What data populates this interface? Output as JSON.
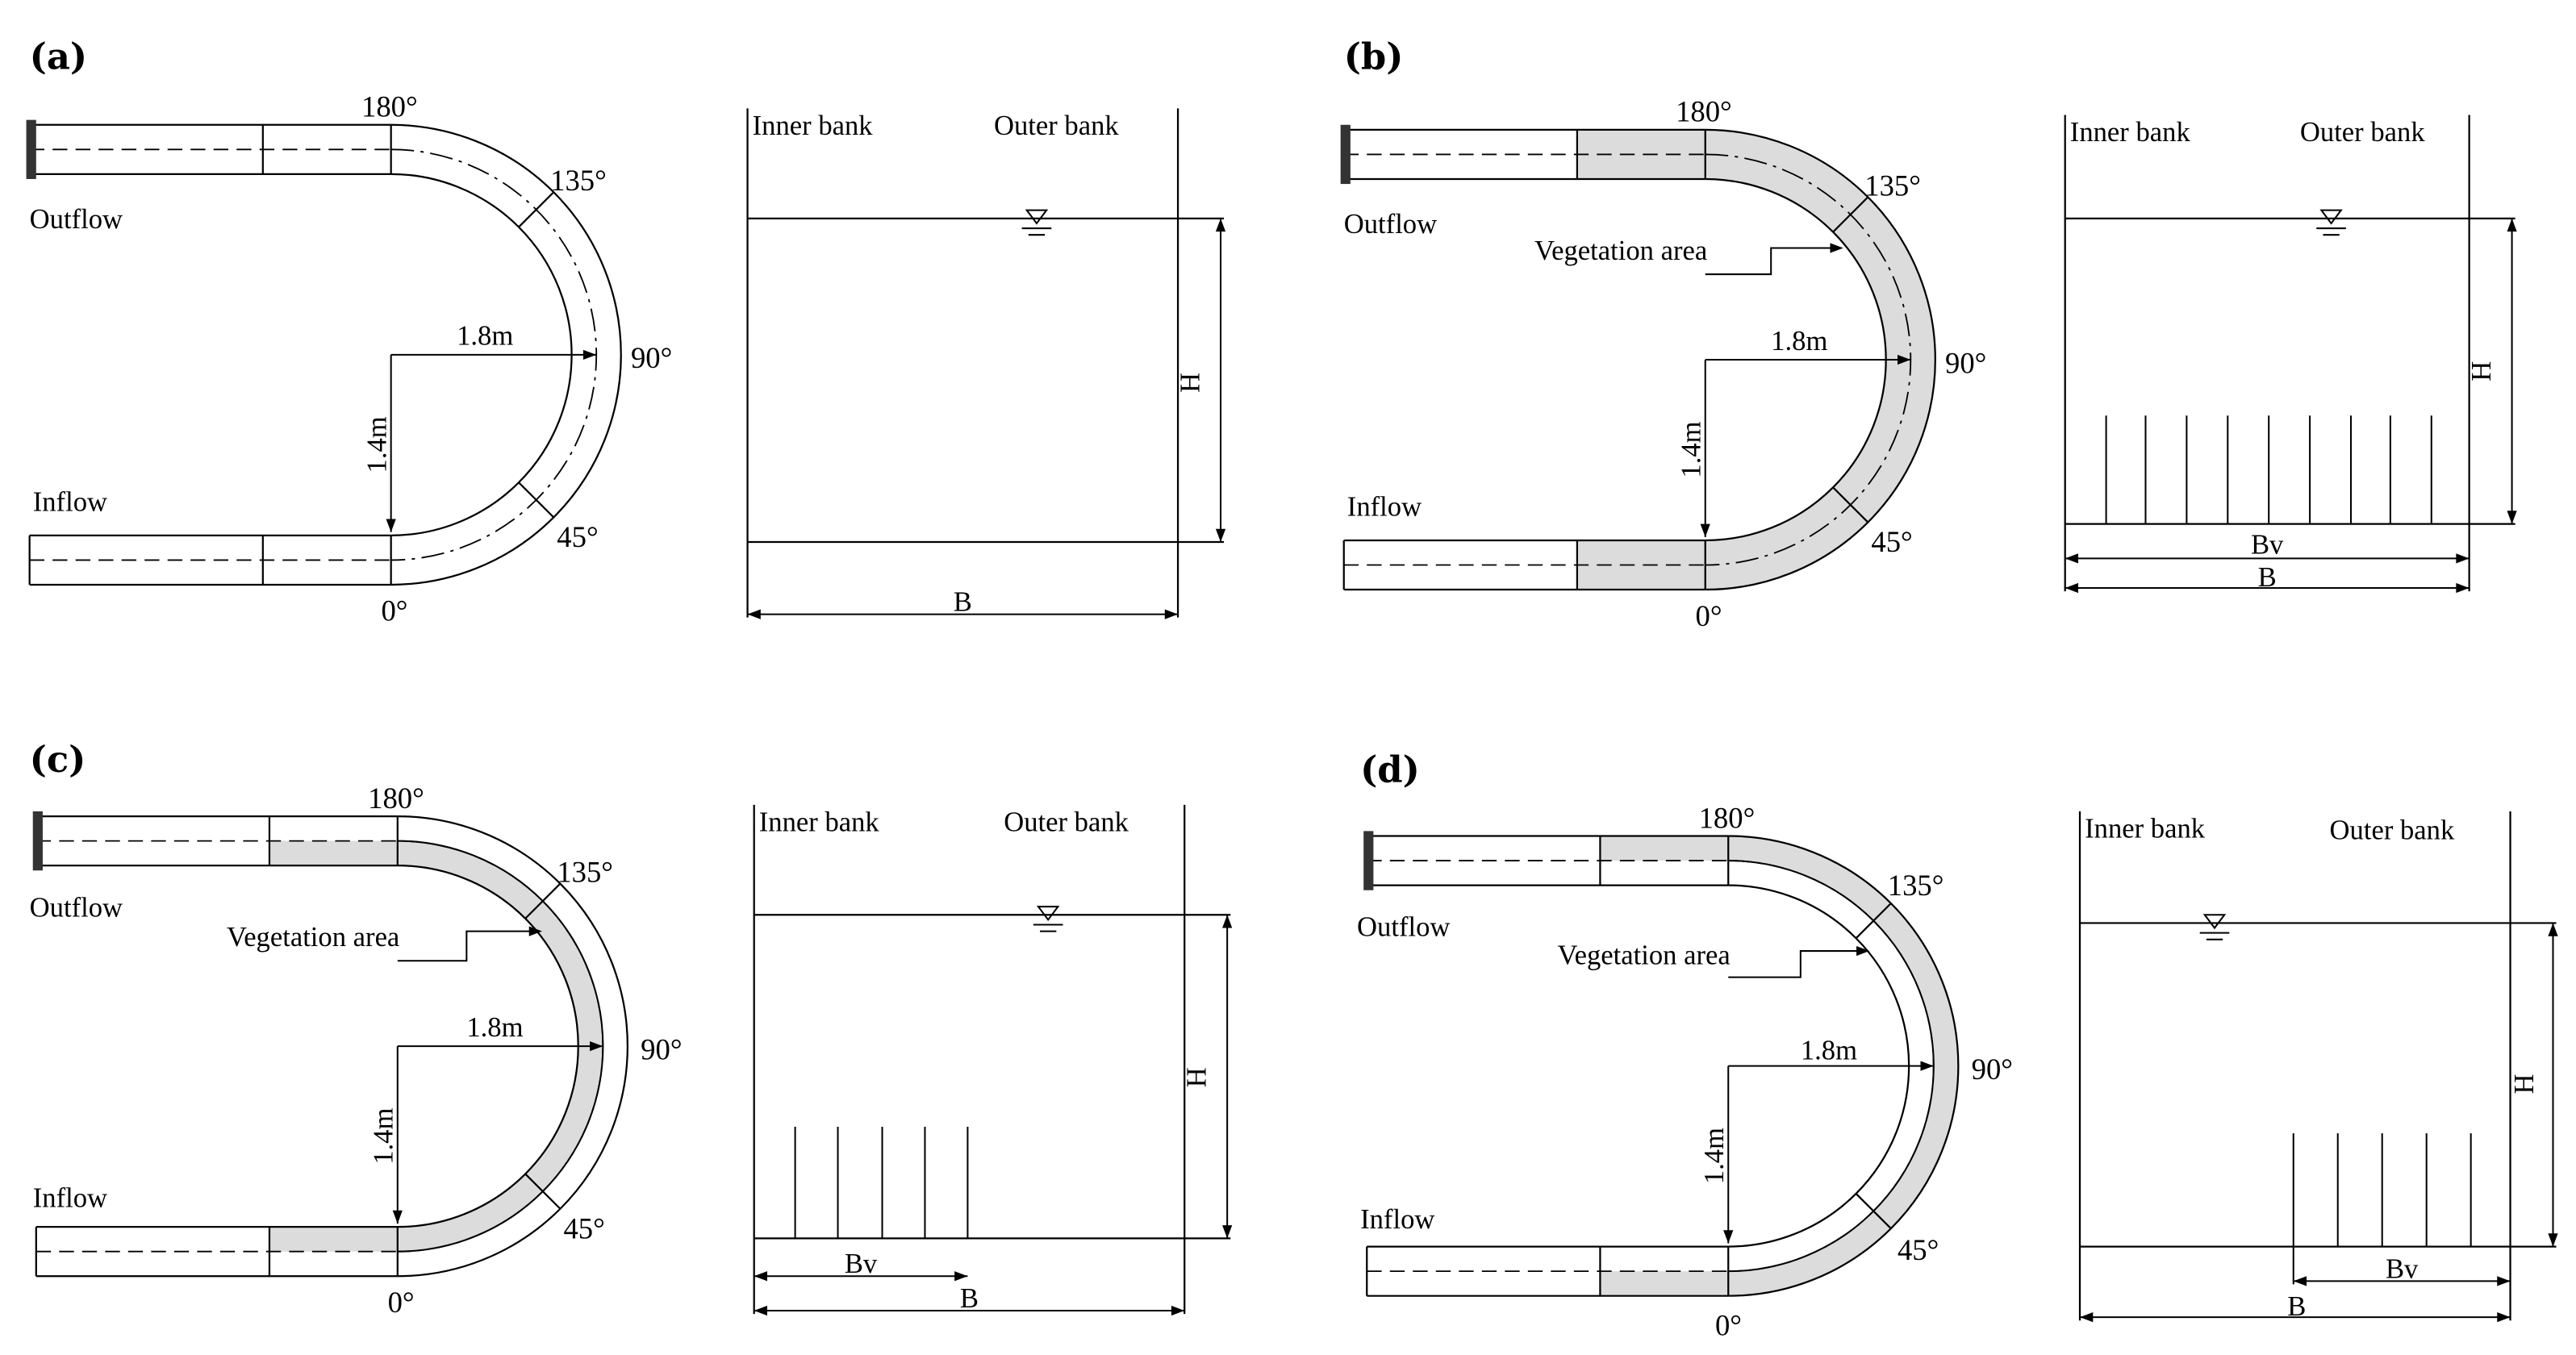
{
  "panels": [
    {
      "label": "(a)",
      "angles": [
        "0°",
        "45°",
        "90°",
        "135°",
        "180°"
      ],
      "outflow": "Outflow",
      "inflow": "Inflow",
      "radius_h": "1.8m",
      "radius_v": "1.4m",
      "inner_bank": "Inner bank",
      "outer_bank": "Outer bank",
      "depth": "H",
      "width": "B"
    },
    {
      "label": "(b)",
      "angles": [
        "0°",
        "45°",
        "90°",
        "135°",
        "180°"
      ],
      "outflow": "Outflow",
      "inflow": "Inflow",
      "radius_h": "1.8m",
      "radius_v": "1.4m",
      "vegetation": "Vegetation area",
      "inner_bank": "Inner bank",
      "outer_bank": "Outer bank",
      "depth": "H",
      "width": "B",
      "veg_width": "Bv"
    },
    {
      "label": "(c)",
      "angles": [
        "0°",
        "45°",
        "90°",
        "135°",
        "180°"
      ],
      "outflow": "Outflow",
      "inflow": "Inflow",
      "radius_h": "1.8m",
      "radius_v": "1.4m",
      "vegetation": "Vegetation area",
      "inner_bank": "Inner bank",
      "outer_bank": "Outer bank",
      "depth": "H",
      "width": "B",
      "veg_width": "Bv"
    },
    {
      "label": "(d)",
      "angles": [
        "0°",
        "45°",
        "90°",
        "135°",
        "180°"
      ],
      "outflow": "Outflow",
      "inflow": "Inflow",
      "radius_h": "1.8m",
      "radius_v": "1.4m",
      "vegetation": "Vegetation area",
      "inner_bank": "Inner bank",
      "outer_bank": "Outer bank",
      "depth": "H",
      "width": "B",
      "veg_width": "Bv"
    }
  ],
  "colors": {
    "vegetation_fill": "#dcdcdc",
    "line": "#000000",
    "hatch": "#333333"
  }
}
